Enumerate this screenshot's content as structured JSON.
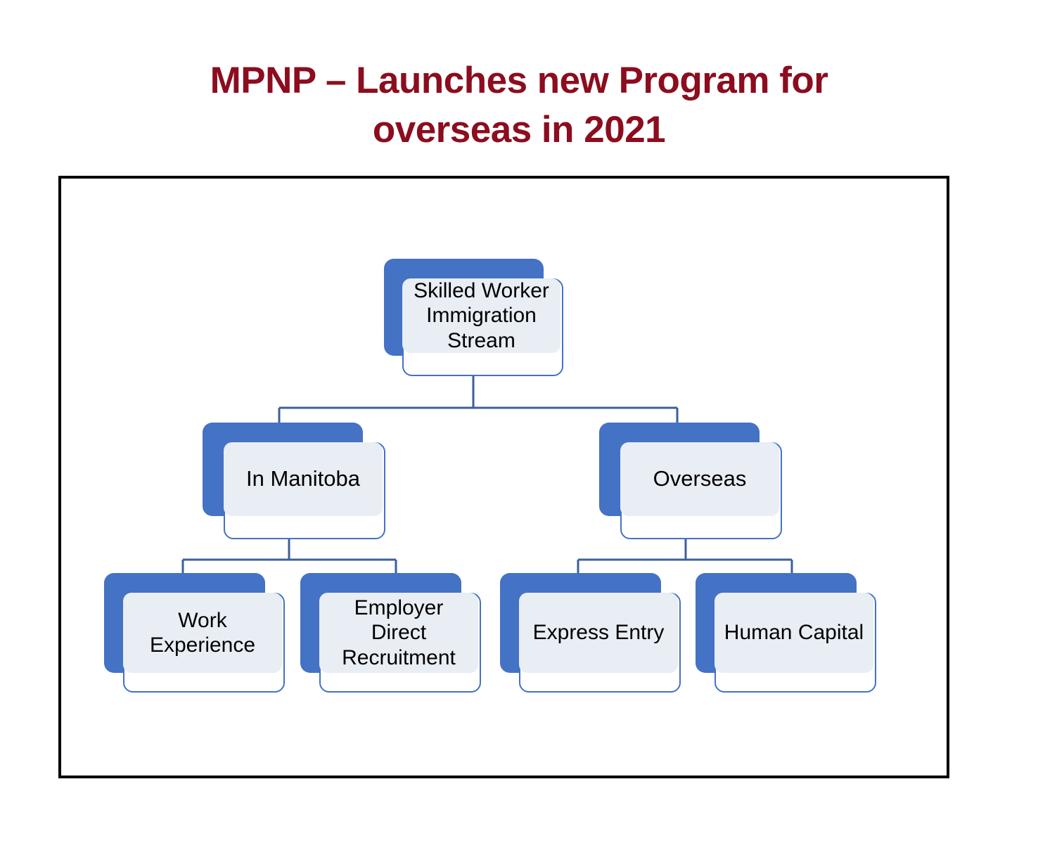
{
  "title": {
    "text": "MPNP – Launches new Program for\noverseas in 2021",
    "color": "#8B0D1E"
  },
  "colors": {
    "accent_blue": "#4472C4",
    "node_fill": "#E9EDF4",
    "node_outline": "#4472C4",
    "frame_border": "#000000",
    "text": "#000000",
    "background": "#FFFFFF"
  },
  "diagram": {
    "type": "organization-chart",
    "root": {
      "id": "skilled-worker-immigration-stream",
      "label": "Skilled Worker\nImmigration\nStream"
    },
    "level2": [
      {
        "id": "in-manitoba",
        "label": "In Manitoba"
      },
      {
        "id": "overseas",
        "label": "Overseas"
      }
    ],
    "level3": [
      {
        "id": "work-experience",
        "label": "Work\nExperience",
        "parent": "in-manitoba"
      },
      {
        "id": "employer-direct-recruitment",
        "label": "Employer\nDirect\nRecruitment",
        "parent": "in-manitoba"
      },
      {
        "id": "express-entry",
        "label": "Express Entry",
        "parent": "overseas"
      },
      {
        "id": "human-capital",
        "label": "Human Capital",
        "parent": "overseas"
      }
    ]
  }
}
